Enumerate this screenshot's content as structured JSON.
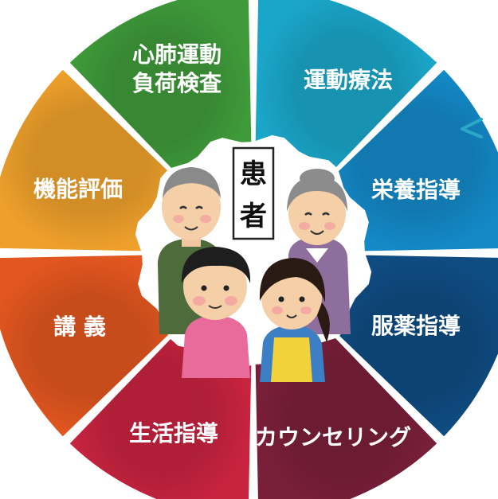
{
  "center": {
    "label_line1": "患",
    "label_line2": "者"
  },
  "segments": [
    {
      "id": "cardiopulmonary",
      "line1": "心肺運動",
      "line2": "負荷検査",
      "color": "#3f9b3a"
    },
    {
      "id": "exercise",
      "line1": "運動療法",
      "line2": "",
      "color": "#1aa6c9"
    },
    {
      "id": "nutrition",
      "line1": "栄養指導",
      "line2": "",
      "color": "#1389c7"
    },
    {
      "id": "medication",
      "line1": "服薬指導",
      "line2": "",
      "color": "#0f4c82"
    },
    {
      "id": "counseling",
      "line1": "カウンセリング",
      "line2": "",
      "color": "#7a1f39"
    },
    {
      "id": "lifestyle",
      "line1": "生活指導",
      "line2": "",
      "color": "#c8233f"
    },
    {
      "id": "lecture",
      "line1": "講 義",
      "line2": "",
      "color": "#e2561f"
    },
    {
      "id": "function",
      "line1": "機能評価",
      "line2": "",
      "color": "#eea02b"
    }
  ]
}
